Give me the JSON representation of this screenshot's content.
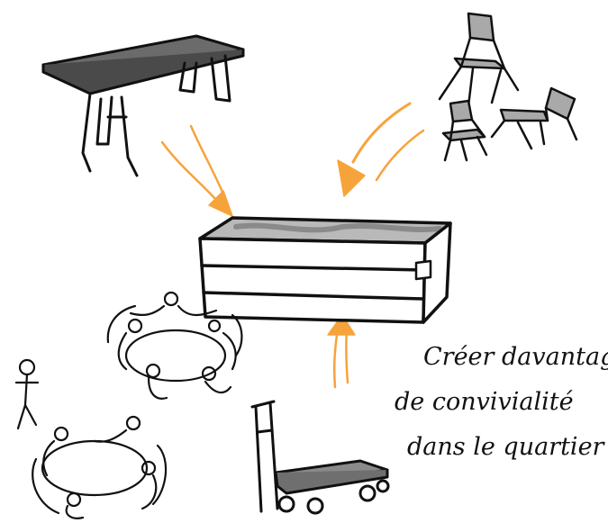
{
  "illustration": {
    "caption_lines": [
      "Créer davantage",
      "de convivialité",
      "dans le quartier"
    ],
    "elements": [
      "folding-table",
      "chairs",
      "storage-crate",
      "hand-trolley",
      "people-gathering"
    ]
  },
  "colors": {
    "arrow": "#f7a33b",
    "ink": "#111111",
    "grey_fill": "#9a9a9a",
    "light_grey": "#c9c9c9"
  }
}
